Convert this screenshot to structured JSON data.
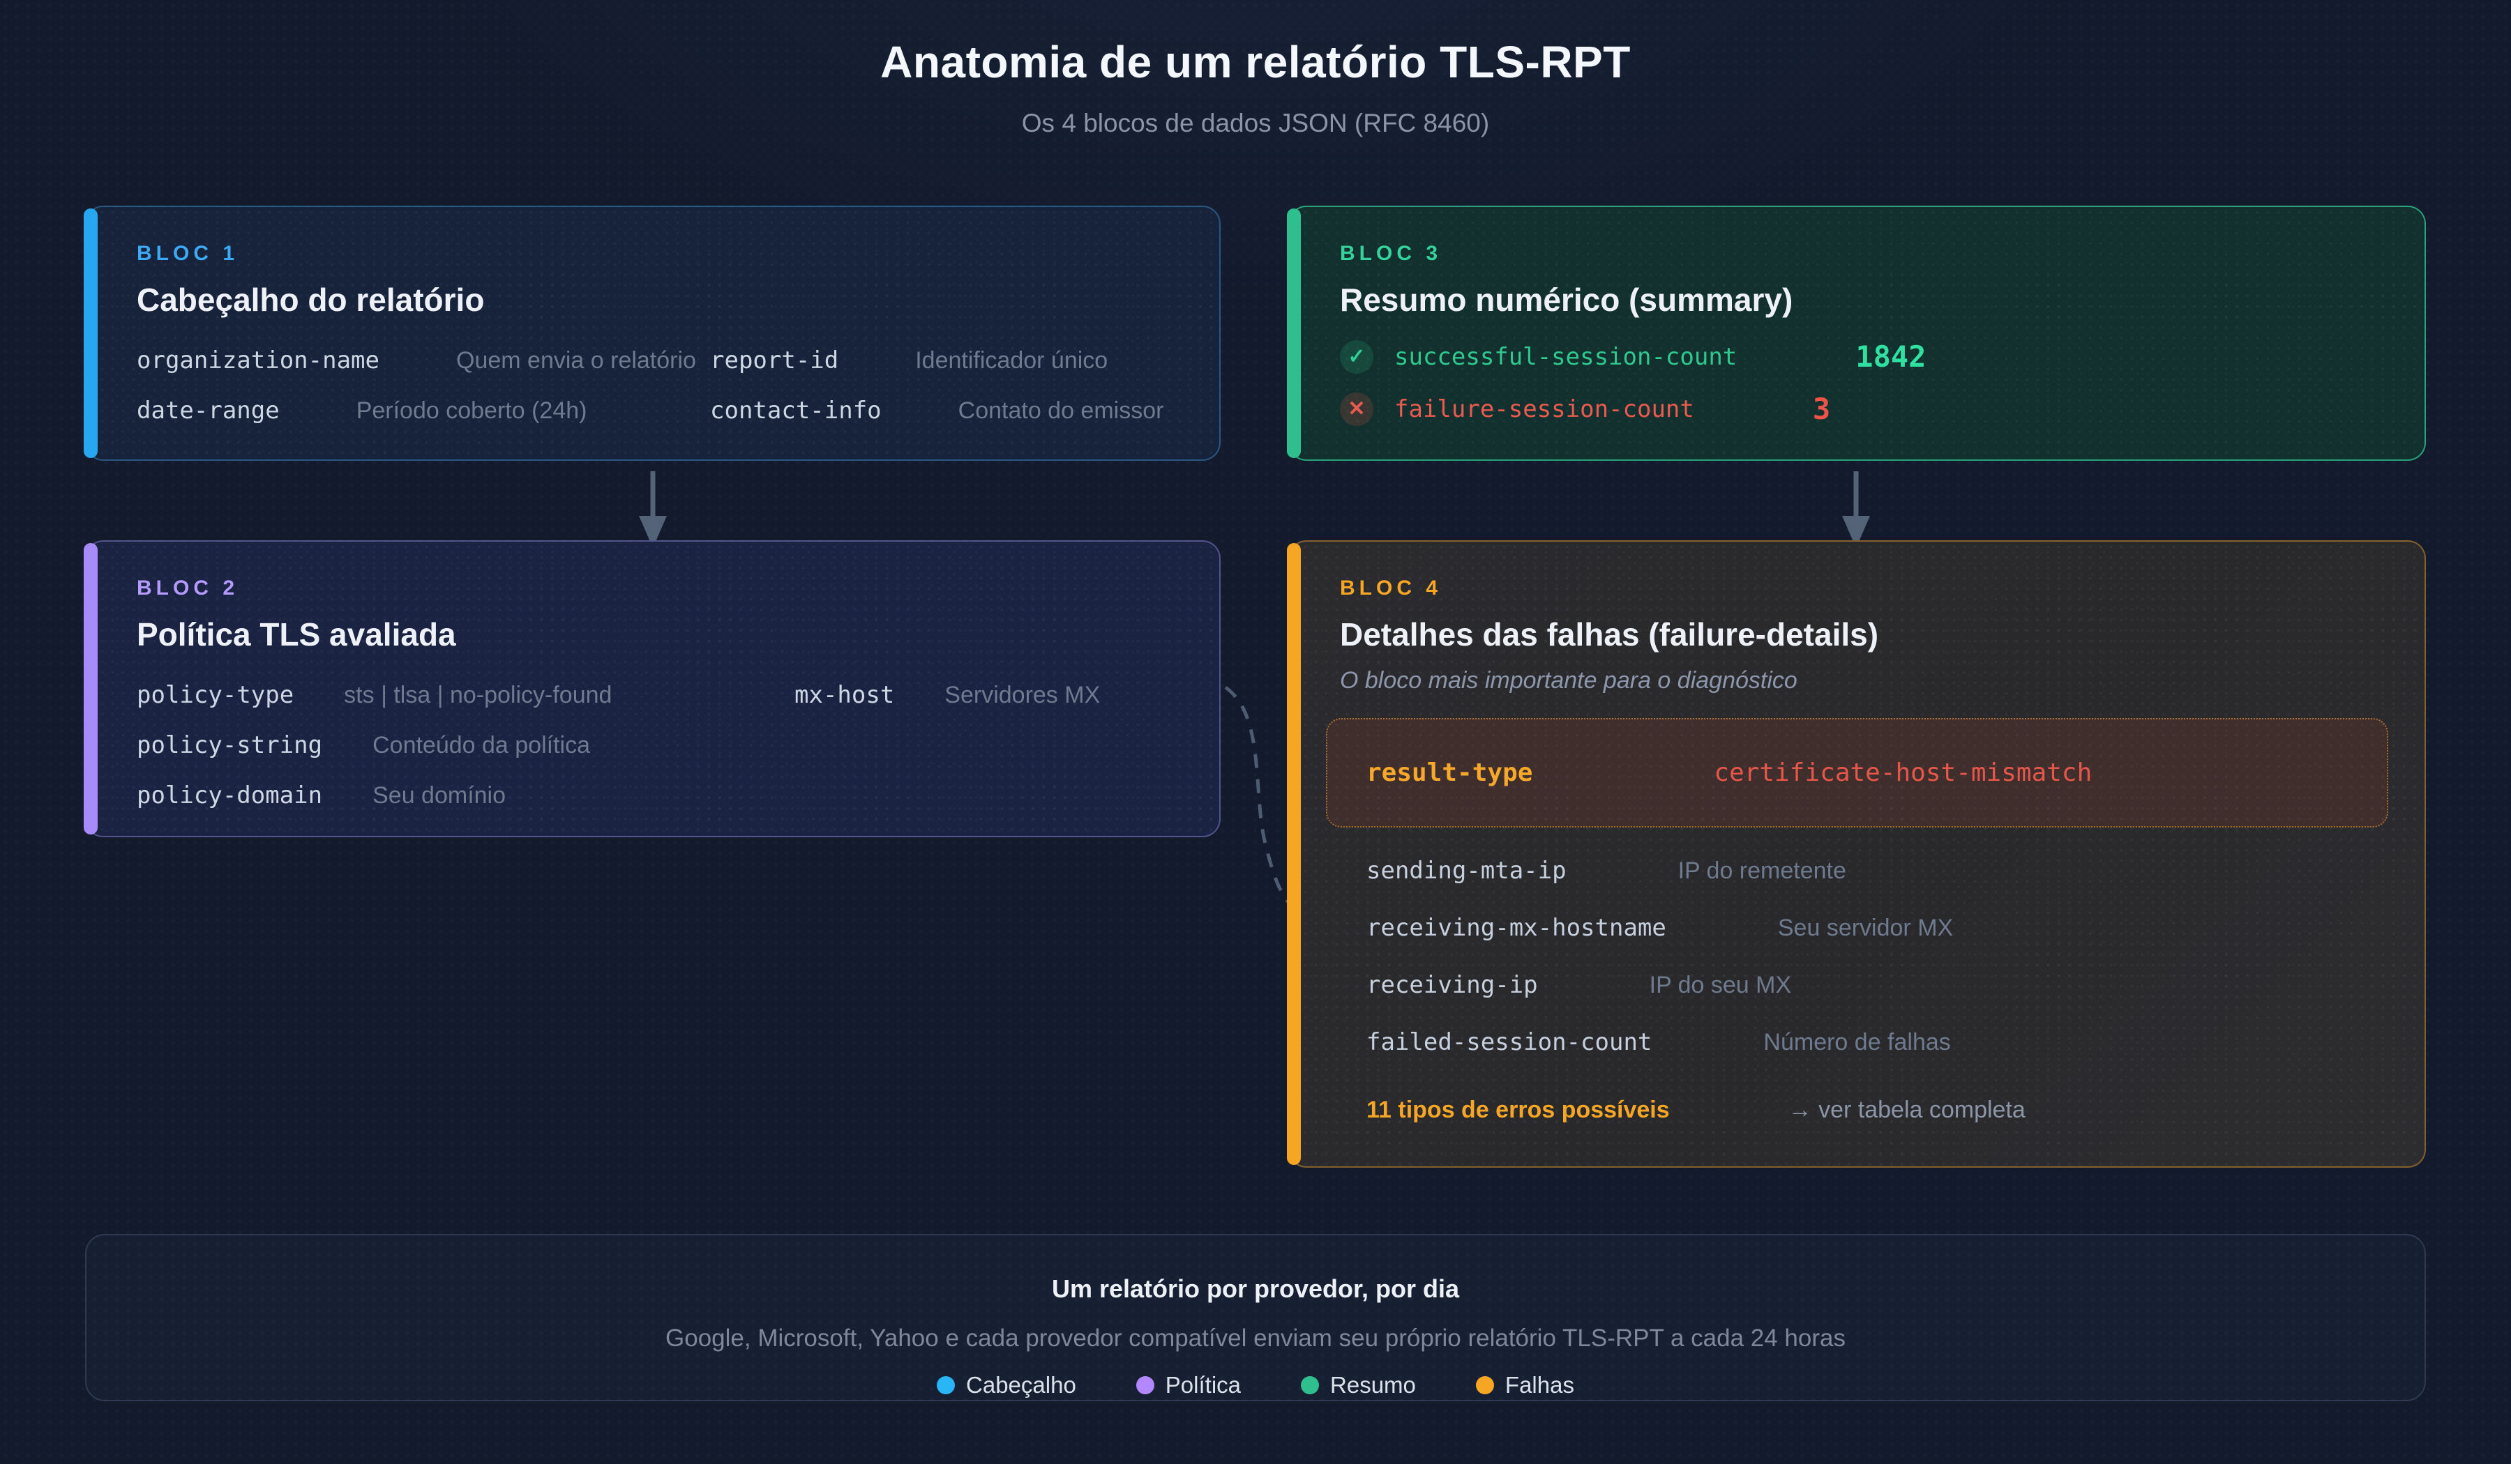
{
  "page": {
    "title": "Anatomia de um relatório TLS-RPT",
    "subtitle": "Os 4 blocos de dados JSON (RFC 8460)"
  },
  "icons": {
    "check": "✓",
    "cross": "✕"
  },
  "blocks": {
    "b1": {
      "tag": "BLOC 1",
      "title": "Cabeçalho do relatório",
      "accent_color": "#27a7f0",
      "rows": [
        {
          "key": "organization-name",
          "desc": "Quem envia o relatório"
        },
        {
          "key": "report-id",
          "desc": "Identificador único"
        },
        {
          "key": "date-range",
          "desc": "Período coberto (24h)"
        },
        {
          "key": "contact-info",
          "desc": "Contato do emissor"
        }
      ]
    },
    "b2": {
      "tag": "BLOC 2",
      "title": "Política TLS avaliada",
      "accent_color": "#a78bfa",
      "rows": [
        {
          "key": "policy-type",
          "desc": "sts | tlsa | no-policy-found"
        },
        {
          "key": "mx-host",
          "desc": "Servidores MX"
        },
        {
          "key": "policy-string",
          "desc": "Conteúdo da política"
        },
        {
          "key": "policy-domain",
          "desc": "Seu domínio"
        }
      ]
    },
    "b3": {
      "tag": "BLOC 3",
      "title": "Resumo numérico (summary)",
      "accent_color": "#2fbf8f",
      "success_color": "#2fc98e",
      "failure_color": "#ea5a4f",
      "rows": [
        {
          "icon": "check-circle",
          "key": "successful-session-count",
          "value": "1842"
        },
        {
          "icon": "x-circle",
          "key": "failure-session-count",
          "value": "3"
        }
      ]
    },
    "b4": {
      "tag": "BLOC 4",
      "title": "Detalhes das falhas (failure-details)",
      "subtitle": "O bloco mais importante para o diagnóstico",
      "accent_color": "#f6a623",
      "result": {
        "key": "result-type",
        "value": "certificate-host-mismatch",
        "value_color": "#e8564a"
      },
      "rows": [
        {
          "key": "sending-mta-ip",
          "desc": "IP do remetente"
        },
        {
          "key": "receiving-mx-hostname",
          "desc": "Seu servidor MX"
        },
        {
          "key": "receiving-ip",
          "desc": "IP do seu MX"
        },
        {
          "key": "failed-session-count",
          "desc": "Número de falhas"
        }
      ],
      "footer": {
        "highlight": "11 tipos de erros possíveis",
        "link": "→ ver tabela completa"
      }
    }
  },
  "footer": {
    "title": "Um relatório por provedor, por dia",
    "subtitle": "Google, Microsoft, Yahoo e cada provedor compatível enviam seu próprio relatório TLS-RPT a cada 24 horas",
    "legend": [
      {
        "label": "Cabeçalho",
        "color": "#29b6f6"
      },
      {
        "label": "Política",
        "color": "#b388ff"
      },
      {
        "label": "Resumo",
        "color": "#2fbf8f"
      },
      {
        "label": "Falhas",
        "color": "#f6a623"
      }
    ]
  }
}
